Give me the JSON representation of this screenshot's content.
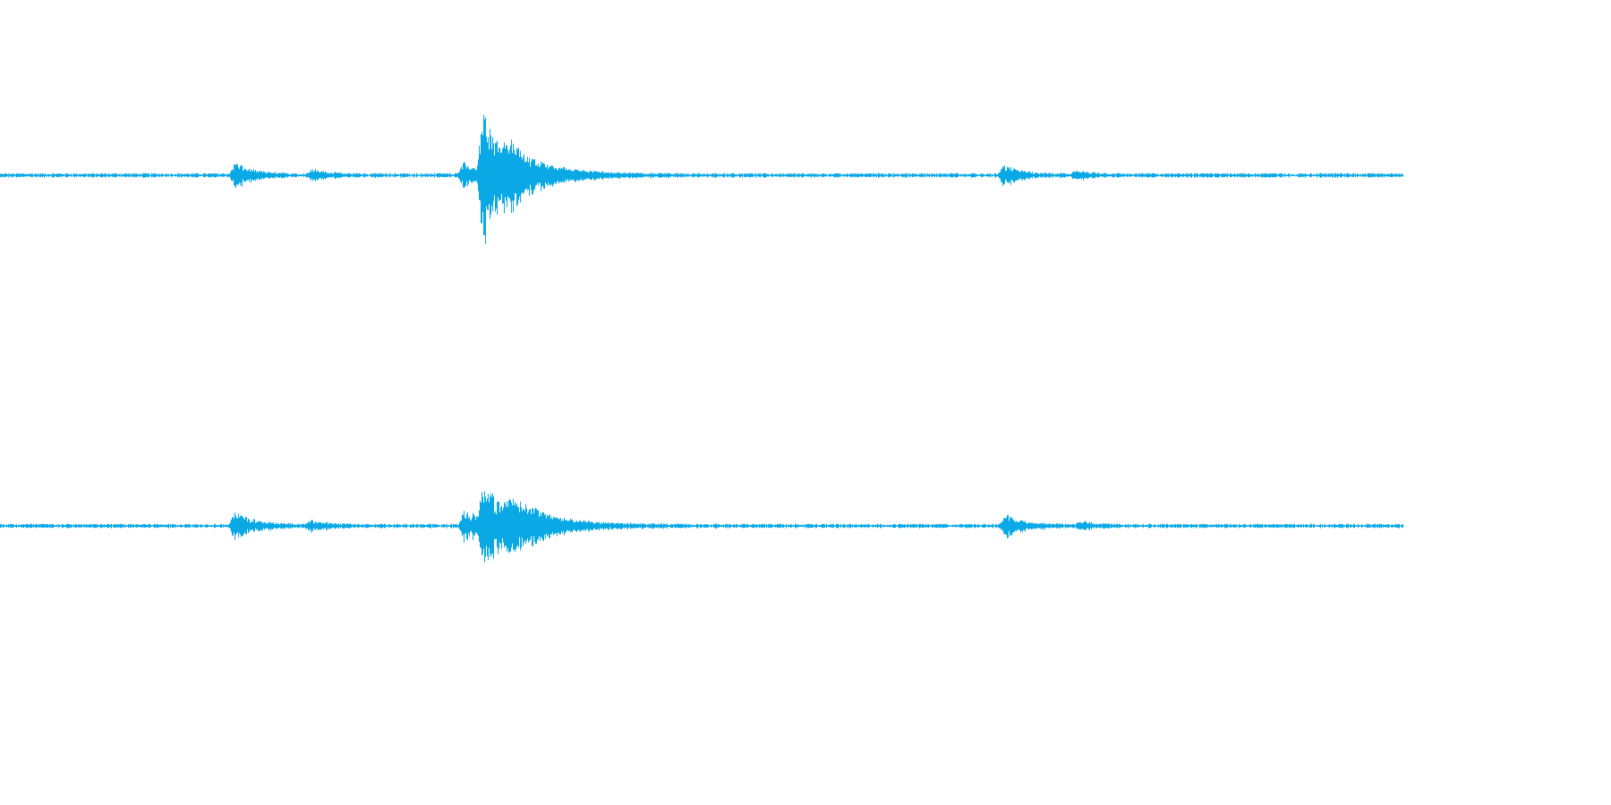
{
  "waveform": {
    "type": "stereo-audio-waveform",
    "color": "#0aa9e6",
    "background": "#ffffff",
    "channels": [
      {
        "id": "left",
        "events": [
          {
            "t": 0.167,
            "amp": 0.09,
            "decay": 0.012
          },
          {
            "t": 0.222,
            "amp": 0.04,
            "decay": 0.01
          },
          {
            "t": 0.33,
            "amp": 0.09,
            "decay": 0.03
          },
          {
            "t": 0.344,
            "amp": 0.48,
            "decay": 0.012
          },
          {
            "t": 0.36,
            "amp": 0.18,
            "decay": 0.025
          },
          {
            "t": 0.715,
            "amp": 0.07,
            "decay": 0.012
          },
          {
            "t": 0.766,
            "amp": 0.03,
            "decay": 0.01
          }
        ],
        "noise_amp": 0.012
      },
      {
        "id": "right",
        "events": [
          {
            "t": 0.167,
            "amp": 0.1,
            "decay": 0.014
          },
          {
            "t": 0.222,
            "amp": 0.04,
            "decay": 0.01
          },
          {
            "t": 0.33,
            "amp": 0.1,
            "decay": 0.03
          },
          {
            "t": 0.344,
            "amp": 0.34,
            "decay": 0.012
          },
          {
            "t": 0.362,
            "amp": 0.2,
            "decay": 0.025
          },
          {
            "t": 0.716,
            "amp": 0.08,
            "decay": 0.012
          },
          {
            "t": 0.77,
            "amp": 0.03,
            "decay": 0.01
          }
        ],
        "noise_amp": 0.012
      }
    ]
  }
}
